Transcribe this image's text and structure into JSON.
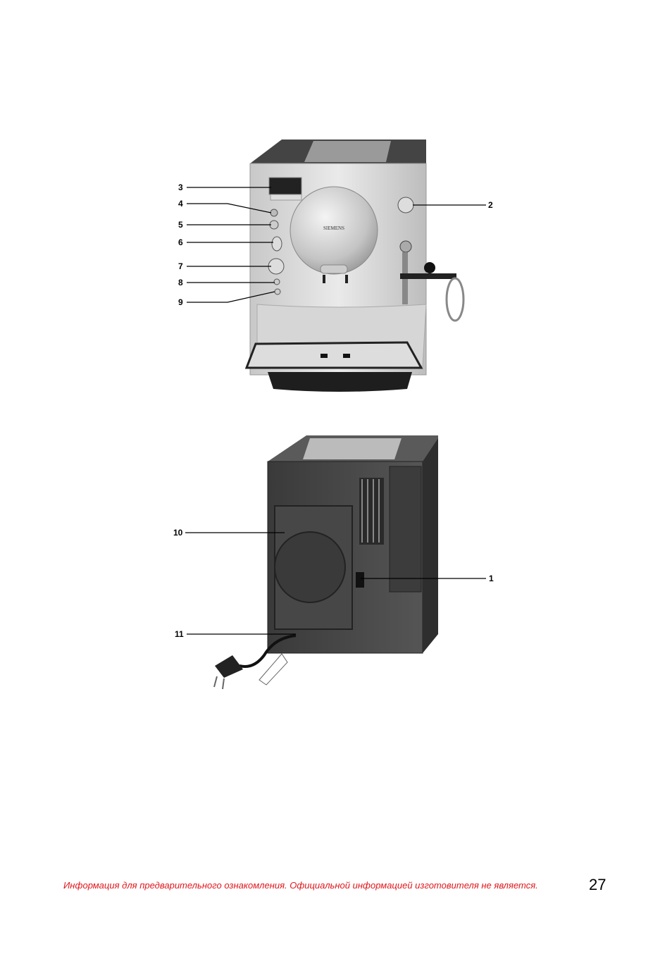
{
  "figure_front": {
    "brand_logo": "SIEMENS",
    "callouts": [
      "3",
      "4",
      "5",
      "6",
      "7",
      "8",
      "9",
      "2"
    ]
  },
  "figure_back": {
    "callouts": [
      "10",
      "11",
      "1"
    ]
  },
  "footer": {
    "disclaimer": "Информация для предварительного ознакомления. Официальной информацией изготовителя не является.",
    "page_number": "27"
  },
  "colors": {
    "footer_text": "#e0161b"
  }
}
